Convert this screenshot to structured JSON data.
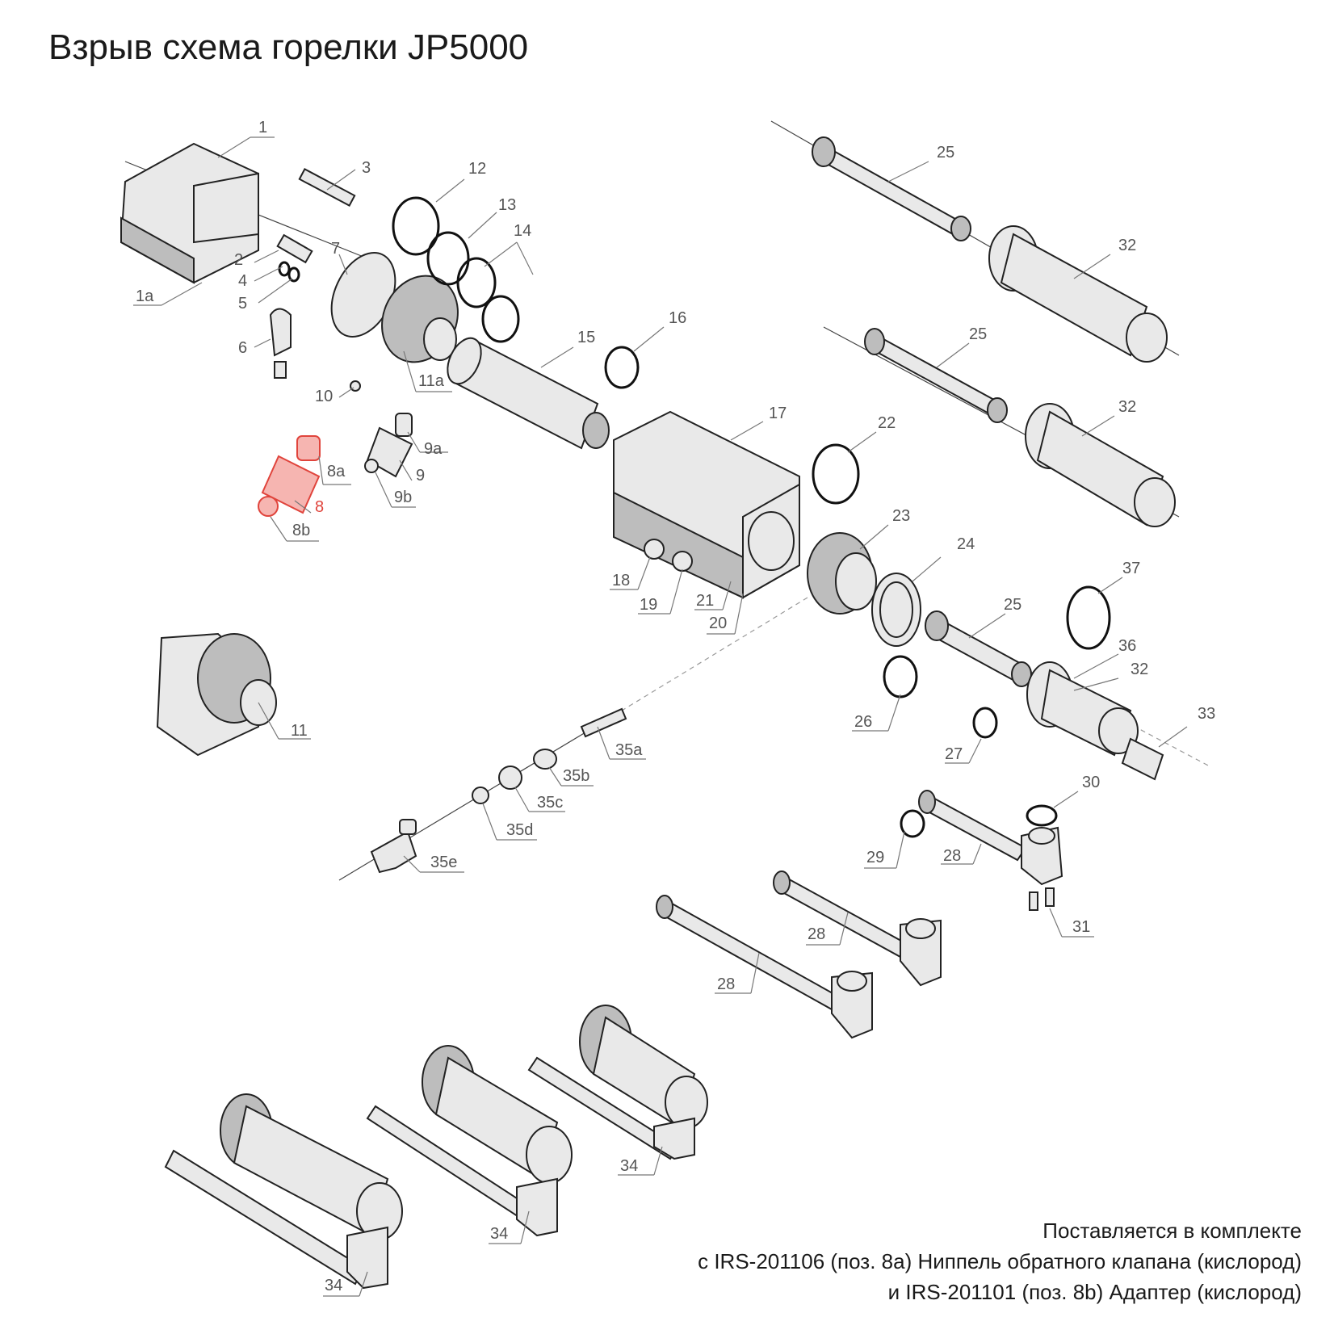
{
  "title": "Взрыв схема горелки JP5000",
  "highlight_color": "#e0443c",
  "callouts": [
    {
      "id": "1",
      "label": "1"
    },
    {
      "id": "1a",
      "label": "1a"
    },
    {
      "id": "2",
      "label": "2"
    },
    {
      "id": "3",
      "label": "3"
    },
    {
      "id": "4",
      "label": "4"
    },
    {
      "id": "5",
      "label": "5"
    },
    {
      "id": "6",
      "label": "6"
    },
    {
      "id": "7",
      "label": "7"
    },
    {
      "id": "8",
      "label": "8",
      "highlighted": true
    },
    {
      "id": "8a",
      "label": "8a"
    },
    {
      "id": "8b",
      "label": "8b"
    },
    {
      "id": "9",
      "label": "9"
    },
    {
      "id": "9a",
      "label": "9a"
    },
    {
      "id": "9b",
      "label": "9b"
    },
    {
      "id": "10",
      "label": "10"
    },
    {
      "id": "11",
      "label": "11"
    },
    {
      "id": "11a",
      "label": "11a"
    },
    {
      "id": "12",
      "label": "12"
    },
    {
      "id": "13",
      "label": "13"
    },
    {
      "id": "14",
      "label": "14"
    },
    {
      "id": "15",
      "label": "15"
    },
    {
      "id": "16",
      "label": "16"
    },
    {
      "id": "17",
      "label": "17"
    },
    {
      "id": "18",
      "label": "18"
    },
    {
      "id": "19",
      "label": "19"
    },
    {
      "id": "20",
      "label": "20"
    },
    {
      "id": "21",
      "label": "21"
    },
    {
      "id": "22",
      "label": "22"
    },
    {
      "id": "23",
      "label": "23"
    },
    {
      "id": "24",
      "label": "24"
    },
    {
      "id": "25_top",
      "label": "25"
    },
    {
      "id": "25_mid",
      "label": "25"
    },
    {
      "id": "25_low",
      "label": "25"
    },
    {
      "id": "26",
      "label": "26"
    },
    {
      "id": "27",
      "label": "27"
    },
    {
      "id": "28_a",
      "label": "28"
    },
    {
      "id": "28_b",
      "label": "28"
    },
    {
      "id": "28_c",
      "label": "28"
    },
    {
      "id": "29",
      "label": "29"
    },
    {
      "id": "30",
      "label": "30"
    },
    {
      "id": "31",
      "label": "31"
    },
    {
      "id": "32_top",
      "label": "32"
    },
    {
      "id": "32_mid",
      "label": "32"
    },
    {
      "id": "32_low",
      "label": "32"
    },
    {
      "id": "33",
      "label": "33"
    },
    {
      "id": "34_a",
      "label": "34"
    },
    {
      "id": "34_b",
      "label": "34"
    },
    {
      "id": "34_c",
      "label": "34"
    },
    {
      "id": "35a",
      "label": "35a"
    },
    {
      "id": "35b",
      "label": "35b"
    },
    {
      "id": "35c",
      "label": "35c"
    },
    {
      "id": "35d",
      "label": "35d"
    },
    {
      "id": "35e",
      "label": "35e"
    },
    {
      "id": "36",
      "label": "36"
    },
    {
      "id": "37",
      "label": "37"
    }
  ],
  "note": {
    "line1": "Поставляется в комплекте",
    "line2": "с IRS-201106 (поз. 8a) Ниппель обратного клапана (кислород)",
    "line3": "и IRS-201101 (поз. 8b) Адаптер (кислород)"
  }
}
